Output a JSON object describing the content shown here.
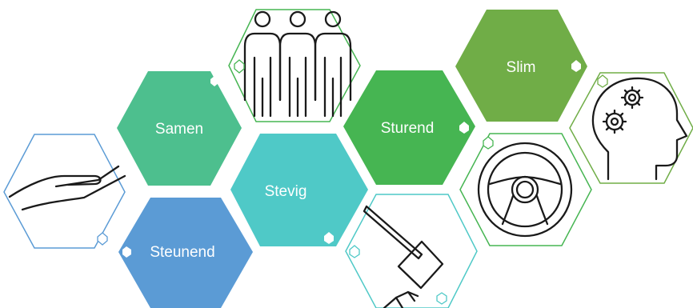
{
  "labels": {
    "samen": "Samen",
    "steunend": "Steunend",
    "stevig": "Stevig",
    "sturend": "Sturend",
    "slim": "Slim"
  },
  "colors": {
    "samen": "#4dbf8e",
    "steunend": "#5b9bd5",
    "stevig": "#4fc9c7",
    "sturend": "#46b552",
    "slim": "#70ad47",
    "outline_blue": "#5b9bd5",
    "outline_green": "#70ad47",
    "outline_teal": "#4fc9c7",
    "outline_darkgreen": "#46b552"
  },
  "icons": [
    "helping-hand-icon",
    "team-people-icon",
    "hammer-icon",
    "steering-wheel-icon",
    "head-gears-icon"
  ]
}
